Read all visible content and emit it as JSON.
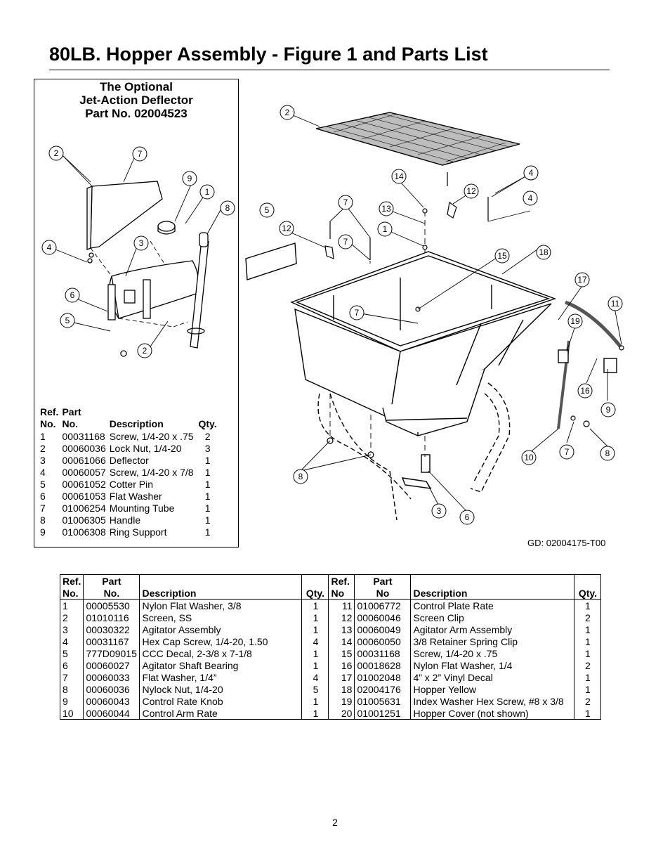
{
  "page": {
    "title": "80LB. Hopper Assembly - Figure 1 and Parts List",
    "gd_code": "GD: 02004175-T00",
    "page_number": "2"
  },
  "inset": {
    "heading_lines": [
      "The Optional",
      "Jet-Action Deflector",
      "Part No. 02004523"
    ],
    "callouts": [
      "2",
      "7",
      "9",
      "1",
      "8",
      "4",
      "3",
      "6",
      "5",
      "2"
    ],
    "table": {
      "header_row1": [
        "Ref.",
        "Part",
        "",
        ""
      ],
      "header_row2": [
        "No.",
        "No.",
        "Description",
        "Qty."
      ],
      "rows": [
        [
          "1",
          "00031168",
          "Screw, 1/4-20 x .75",
          "2"
        ],
        [
          "2",
          "00060036",
          "Lock Nut, 1/4-20",
          "3"
        ],
        [
          "3",
          "00061066",
          "Deflector",
          "1"
        ],
        [
          "4",
          "00060057",
          "Screw, 1/4-20 x 7/8",
          "1"
        ],
        [
          "5",
          "00061052",
          "Cotter Pin",
          "1"
        ],
        [
          "6",
          "00061053",
          "Flat Washer",
          "1"
        ],
        [
          "7",
          "01006254",
          "Mounting Tube",
          "1"
        ],
        [
          "8",
          "01006305",
          "Handle",
          "1"
        ],
        [
          "9",
          "01006308",
          "Ring Support",
          "1"
        ]
      ]
    }
  },
  "main_figure": {
    "callouts": [
      "2",
      "14",
      "4",
      "12",
      "7",
      "4",
      "13",
      "5",
      "12",
      "1",
      "7",
      "15",
      "18",
      "17",
      "11",
      "7",
      "19",
      "16",
      "9",
      "8",
      "7",
      "10",
      "8",
      "3",
      "6"
    ]
  },
  "parts_list": {
    "header_row1": [
      "Ref.",
      "Part",
      "",
      "",
      "Ref.",
      "Part",
      "",
      ""
    ],
    "header_row2": [
      "No.",
      "No.",
      "Description",
      "Qty.",
      "No",
      "No",
      "Description",
      "Qty."
    ],
    "rows": [
      [
        "1",
        "00005530",
        "Nylon Flat Washer, 3/8",
        "1",
        "11",
        "01006772",
        "Control Plate Rate",
        "1"
      ],
      [
        "2",
        "01010116",
        "Screen, SS",
        "1",
        "12",
        "00060046",
        "Screen Clip",
        "2"
      ],
      [
        "3",
        "00030322",
        "Agitator Assembly",
        "1",
        "13",
        "00060049",
        "Agitator Arm Assembly",
        "1"
      ],
      [
        "4",
        "00031167",
        "Hex Cap Screw, 1/4-20, 1.50",
        "4",
        "14",
        "00060050",
        "3/8 Retainer Spring Clip",
        "1"
      ],
      [
        "5",
        "777D09015",
        "CCC Decal, 2-3/8 x 7-1/8",
        "1",
        "15",
        "00031168",
        "Screw, 1/4-20 x .75",
        "1"
      ],
      [
        "6",
        "00060027",
        "Agitator Shaft Bearing",
        "1",
        "16",
        "00018628",
        "Nylon Flat Washer, 1/4",
        "2"
      ],
      [
        "7",
        "00060033",
        "Flat Washer, 1/4”",
        "4",
        "17",
        "01002048",
        "4” x 2” Vinyl Decal",
        "1"
      ],
      [
        "8",
        "00060036",
        "Nylock Nut, 1/4-20",
        "5",
        "18",
        "02004176",
        "Hopper Yellow",
        "1"
      ],
      [
        "9",
        "00060043",
        "Control Rate Knob",
        "1",
        "19",
        "01005631",
        "Index Washer Hex Screw, #8 x 3/8",
        "2"
      ],
      [
        "10",
        "00060044",
        "Control Arm Rate",
        "1",
        "20",
        "01001251",
        "Hopper Cover (not shown)",
        "1"
      ]
    ]
  }
}
